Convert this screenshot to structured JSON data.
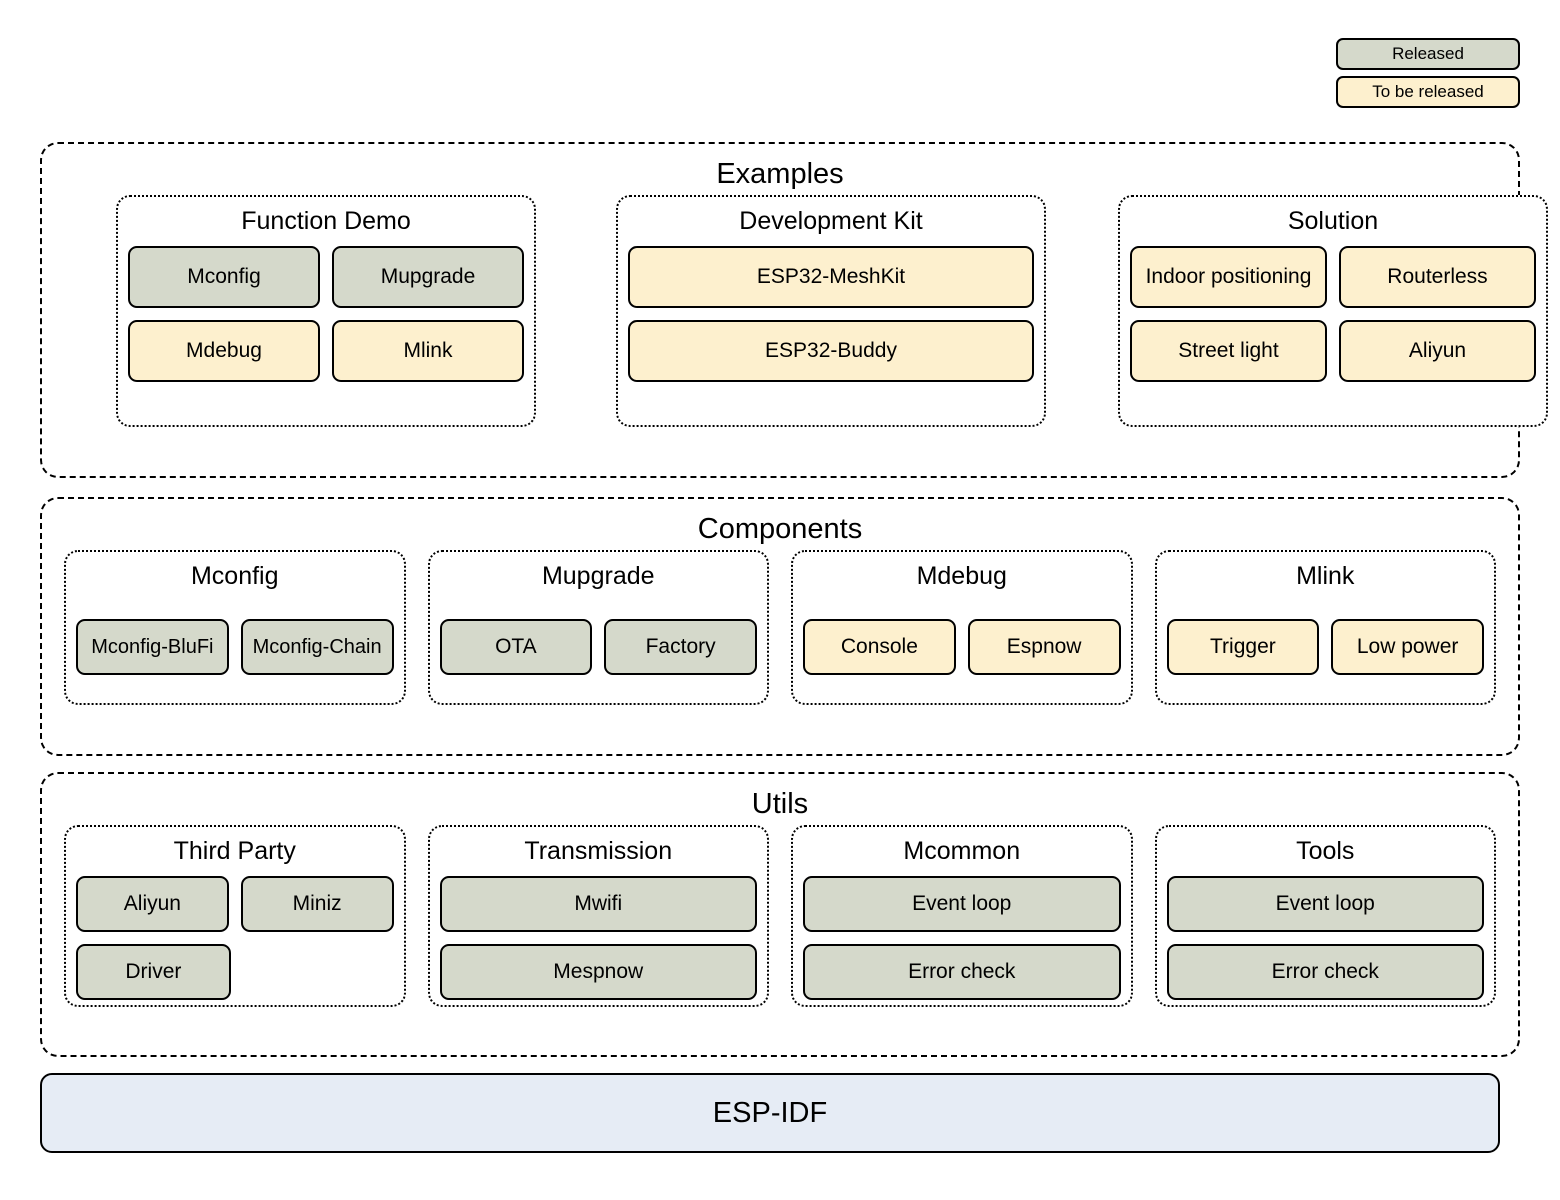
{
  "legend": {
    "items": [
      {
        "label": "Released",
        "color": "#d5d9cb",
        "status": "released"
      },
      {
        "label": "To be released",
        "color": "#fdf0ce",
        "status": "to-be-released"
      }
    ]
  },
  "layers": [
    {
      "title": "Examples",
      "groups": [
        {
          "title": "Function Demo",
          "rows": [
            [
              {
                "label": "Mconfig",
                "status": "released"
              },
              {
                "label": "Mupgrade",
                "status": "released"
              }
            ],
            [
              {
                "label": "Mdebug",
                "status": "to-be-released"
              },
              {
                "label": "Mlink",
                "status": "to-be-released"
              }
            ]
          ]
        },
        {
          "title": "Development Kit",
          "rows": [
            [
              {
                "label": "ESP32-MeshKit",
                "status": "to-be-released"
              }
            ],
            [
              {
                "label": "ESP32-Buddy",
                "status": "to-be-released"
              }
            ]
          ]
        },
        {
          "title": "Solution",
          "rows": [
            [
              {
                "label": "Indoor positioning",
                "status": "to-be-released"
              },
              {
                "label": "Routerless",
                "status": "to-be-released"
              }
            ],
            [
              {
                "label": "Street light",
                "status": "to-be-released"
              },
              {
                "label": "Aliyun",
                "status": "to-be-released"
              }
            ]
          ]
        }
      ]
    },
    {
      "title": "Components",
      "groups": [
        {
          "title": "Mconfig",
          "rows": [
            [
              {
                "label": "Mconfig-BluFi",
                "status": "released"
              },
              {
                "label": "Mconfig-Chain",
                "status": "released"
              }
            ]
          ]
        },
        {
          "title": "Mupgrade",
          "rows": [
            [
              {
                "label": "OTA",
                "status": "released"
              },
              {
                "label": "Factory",
                "status": "released"
              }
            ]
          ]
        },
        {
          "title": "Mdebug",
          "rows": [
            [
              {
                "label": "Console",
                "status": "to-be-released"
              },
              {
                "label": "Espnow",
                "status": "to-be-released"
              }
            ]
          ]
        },
        {
          "title": "Mlink",
          "rows": [
            [
              {
                "label": "Trigger",
                "status": "to-be-released"
              },
              {
                "label": "Low power",
                "status": "to-be-released"
              }
            ]
          ]
        }
      ]
    },
    {
      "title": "Utils",
      "groups": [
        {
          "title": "Third Party",
          "rows": [
            [
              {
                "label": "Aliyun",
                "status": "released"
              },
              {
                "label": "Miniz",
                "status": "released"
              }
            ],
            [
              {
                "label": "Driver",
                "status": "released"
              },
              {
                "label": "",
                "status": "spacer"
              }
            ]
          ]
        },
        {
          "title": "Transmission",
          "rows": [
            [
              {
                "label": "Mwifi",
                "status": "released"
              }
            ],
            [
              {
                "label": "Mespnow",
                "status": "released"
              }
            ]
          ]
        },
        {
          "title": "Mcommon",
          "rows": [
            [
              {
                "label": "Event loop",
                "status": "released"
              }
            ],
            [
              {
                "label": "Error check",
                "status": "released"
              }
            ]
          ]
        },
        {
          "title": "Tools",
          "rows": [
            [
              {
                "label": "Event loop",
                "status": "released"
              }
            ],
            [
              {
                "label": "Error check",
                "status": "released"
              }
            ]
          ]
        }
      ]
    }
  ],
  "base": {
    "label": "ESP-IDF",
    "color": "#e6ecf5"
  }
}
